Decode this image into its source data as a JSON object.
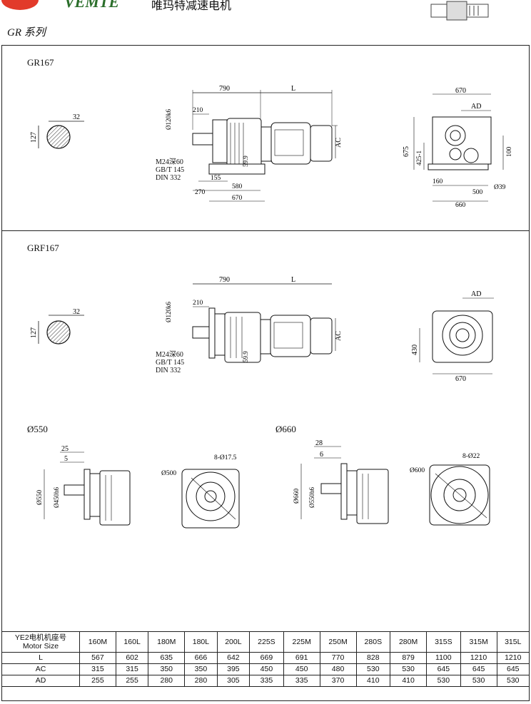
{
  "header": {
    "brand_cn": "唯玛特减速电机",
    "series": "GR 系列"
  },
  "gr167": {
    "title": "GR167",
    "shaft_key": "32",
    "shaft_h": "127",
    "dim_790": "790",
    "dim_L": "L",
    "dim_dia120": "Ø120k6",
    "dim_210": "210",
    "dim_AC": "AC",
    "dim_59_9": "59.9",
    "note1": "M24深60",
    "note2": "GB/T 145",
    "note3": "DIN 332",
    "dim_155": "155",
    "dim_270": "270",
    "dim_580": "580",
    "dim_670b": "670",
    "side_670": "670",
    "side_AD": "AD",
    "side_675": "675",
    "side_425": "425-1",
    "side_100": "100",
    "side_160": "160",
    "side_500": "500",
    "side_39": "Ø39",
    "side_660": "660"
  },
  "grf167": {
    "title": "GRF167",
    "shaft_key": "32",
    "shaft_h": "127",
    "dim_790": "790",
    "dim_L": "L",
    "dim_dia120": "Ø120k6",
    "dim_210": "210",
    "dim_AC": "AC",
    "dim_59_9": "59.9",
    "note1": "M24深60",
    "note2": "GB/T 145",
    "note3": "DIN 332",
    "side_AD": "AD",
    "side_430": "430",
    "side_670": "670"
  },
  "flange550": {
    "title": "Ø550",
    "d25": "25",
    "d5": "5",
    "d550": "Ø550",
    "d450": "Ø450h6",
    "bolts": "8-Ø17.5",
    "pcd": "Ø500"
  },
  "flange660": {
    "title": "Ø660",
    "d28": "28",
    "d6": "6",
    "d660": "Ø660",
    "d550": "Ø550h6",
    "bolts": "8-Ø22",
    "pcd": "Ø600"
  },
  "table": {
    "head_cn": "YE2电机机座号",
    "head_en": "Motor Size",
    "sizes": [
      "160M",
      "160L",
      "180M",
      "180L",
      "200L",
      "225S",
      "225M",
      "250M",
      "280S",
      "280M",
      "315S",
      "315M",
      "315L"
    ],
    "rows": [
      {
        "label": "L",
        "values": [
          "567",
          "602",
          "635",
          "666",
          "642",
          "669",
          "691",
          "770",
          "828",
          "879",
          "1100",
          "1210",
          "1210"
        ]
      },
      {
        "label": "AC",
        "values": [
          "315",
          "315",
          "350",
          "350",
          "395",
          "450",
          "450",
          "480",
          "530",
          "530",
          "645",
          "645",
          "645"
        ]
      },
      {
        "label": "AD",
        "values": [
          "255",
          "255",
          "280",
          "280",
          "305",
          "335",
          "335",
          "370",
          "410",
          "410",
          "530",
          "530",
          "530"
        ]
      }
    ]
  }
}
